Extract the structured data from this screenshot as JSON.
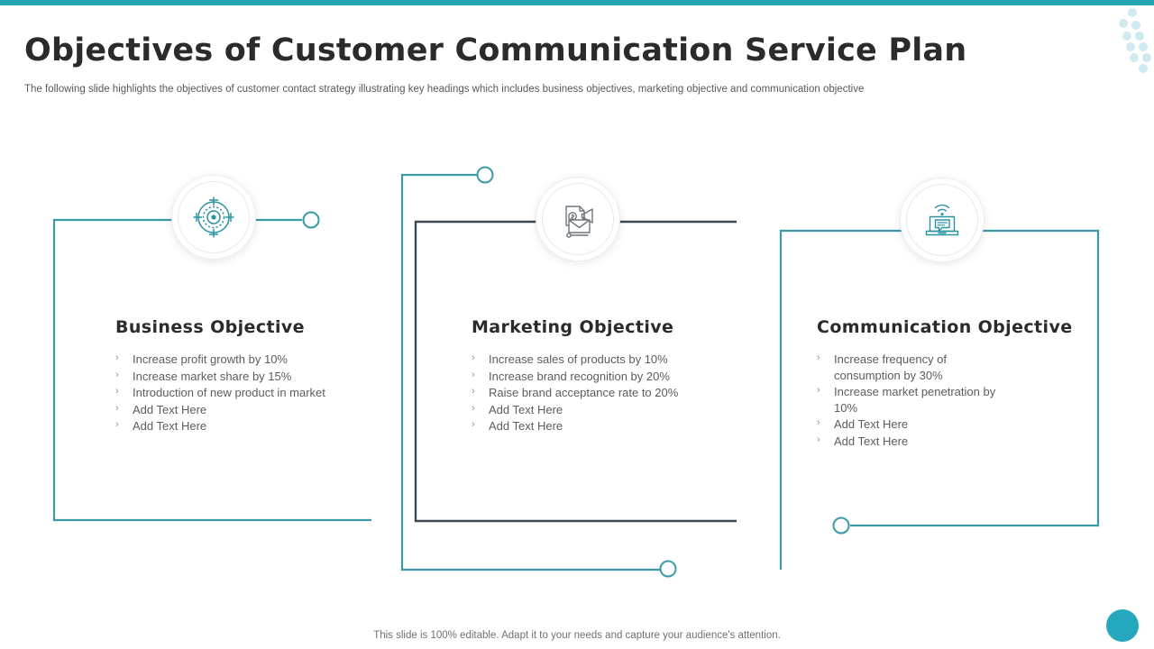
{
  "theme": {
    "accent": "#22a6b3",
    "accent_dark": "#3a4a52",
    "title_color": "#2b2b2b",
    "body_color": "#5a5d60",
    "dot_color": "#cfeaf0"
  },
  "header": {
    "title": "Objectives of Customer Communication Service Plan",
    "subtitle": "The following  slide highlights the objectives  of customer contact strategy illustrating key headings which includes business objectives,  marketing objective and communication objective"
  },
  "columns": [
    {
      "id": "business",
      "icon": "target-icon",
      "heading": "Business Objective",
      "bullet_glyph": "›",
      "items": [
        "Increase profit growth by 10%",
        "Increase market share by 15%",
        "Introduction of new product in market",
        "Add Text Here",
        "Add Text Here"
      ]
    },
    {
      "id": "marketing",
      "icon": "marketing-mail-megaphone-icon",
      "heading": "Marketing Objective",
      "bullet_glyph": "›",
      "items": [
        "Increase sales of products by 10%",
        "Increase brand recognition by 20%",
        "Raise brand acceptance rate to 20%",
        "Add Text Here",
        "Add Text Here"
      ]
    },
    {
      "id": "communication",
      "icon": "laptop-wifi-chat-icon",
      "heading": "Communication Objective",
      "bullet_glyph": "›",
      "items": [
        "Increase frequency of consumption by 30%",
        "Increase market penetration by 10%",
        "Add Text Here",
        "Add Text Here"
      ]
    }
  ],
  "footer": {
    "note": "This slide is 100% editable. Adapt it to your needs and capture your audience's attention."
  }
}
